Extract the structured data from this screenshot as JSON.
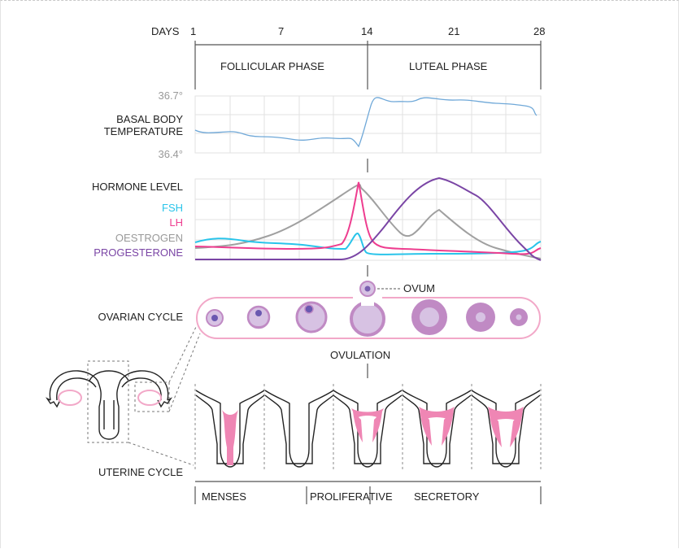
{
  "header": {
    "days_label": "DAYS",
    "day_ticks": [
      "1",
      "7",
      "14",
      "21",
      "28"
    ]
  },
  "phases": {
    "follicular": "FOLLICULAR PHASE",
    "luteal": "LUTEAL PHASE"
  },
  "temperature": {
    "label_line1": "BASAL BODY",
    "label_line2": "TEMPERATURE",
    "max": "36.7°",
    "min": "36.4°"
  },
  "hormones": {
    "title": "HORMONE LEVEL",
    "fsh": "FSH",
    "lh": "LH",
    "oestrogen": "OESTROGEN",
    "progesterone": "PROGESTERONE"
  },
  "ovarian": {
    "label": "OVARIAN CYCLE",
    "ovum": "OVUM",
    "ovulation": "OVULATION"
  },
  "uterine": {
    "label": "UTERINE CYCLE",
    "menses": "MENSES",
    "proliferative": "PROLIFERATIVE",
    "secretory": "SECRETORY"
  },
  "colors": {
    "fsh": "#29c4ea",
    "lh": "#ee3d8f",
    "oestrogen": "#a0a0a0",
    "progesterone": "#7a45a5",
    "temperature": "#6fa8d8",
    "ovary_outline": "#f2a8c8",
    "follicle": "#c08ac4",
    "follicle_light": "#d7c2e3",
    "endometrium": "#ef86b4"
  }
}
